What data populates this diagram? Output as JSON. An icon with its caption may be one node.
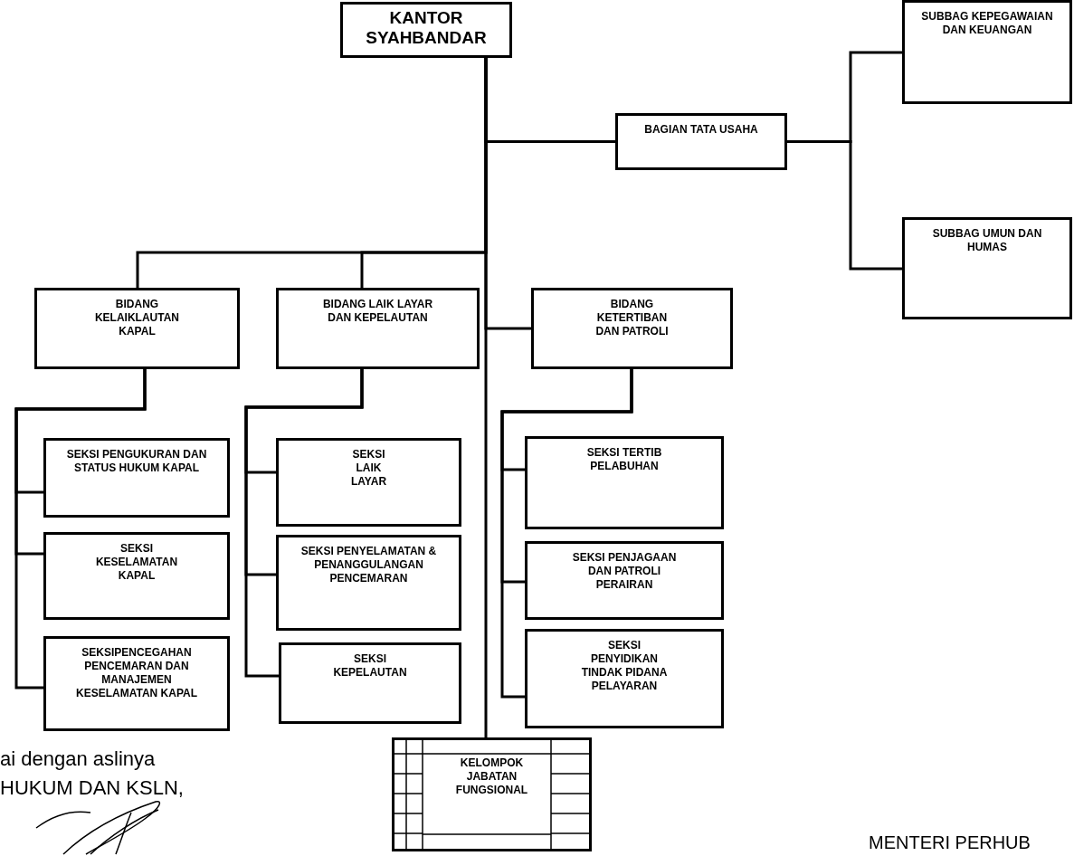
{
  "diagram": {
    "nodes": [
      {
        "text": [
          "KANTOR SYAHBANDAR"
        ]
      },
      {
        "text": [
          "BAGIAN TATA USAHA"
        ]
      },
      {
        "text": [
          "SUBBAG KEPEGAWAIAN DAN KEUANGAN"
        ]
      },
      {
        "text": [
          "SUBBAG UMUN DAN HUMAS"
        ]
      },
      {
        "text": [
          "BIDANG KELAIKLAUTAN KAPAL"
        ]
      },
      {
        "text": [
          "BIDANG LAIK LAYAR DAN KEPELAUTAN"
        ]
      },
      {
        "text": [
          "BIDANG KETERTIBAN DAN PATROLI"
        ]
      },
      {
        "text": [
          "SEKSI PENGUKURAN DAN STATUS HUKUM KAPAL"
        ]
      },
      {
        "text": [
          "SEKSI KESELAMATAN KAPAL"
        ]
      },
      {
        "text": [
          "SEKSIPENCEGAHAN PENCEMARAN DAN MANAJEMEN KESELAMATAN KAPAL"
        ]
      },
      {
        "text": [
          "SEKSI LAIK LAYAR"
        ]
      },
      {
        "text": [
          "SEKSI PENYELAMATAN & PENANGGULANGAN PENCEMARAN"
        ]
      },
      {
        "text": [
          "SEKSI KEPELAUTAN"
        ]
      },
      {
        "text": [
          "SEKSI TERTIB PELABUHAN"
        ]
      },
      {
        "text": [
          "SEKSI PENJAGAAN DAN PATROLI PERAIRAN"
        ]
      },
      {
        "text": [
          "SEKSI PENYIDIKAN TINDAK PIDANA PELAYARAN"
        ]
      },
      {
        "text": [
          "KELOMPOK JABATAN FUNGSIONAL"
        ]
      }
    ],
    "edges": [
      {
        "from": 0,
        "to": 1,
        "arrow": "none"
      },
      {
        "from": 1,
        "to": 2,
        "arrow": "none"
      },
      {
        "from": 1,
        "to": 3,
        "arrow": "none"
      },
      {
        "from": 0,
        "to": 4,
        "arrow": "none"
      },
      {
        "from": 0,
        "to": 5,
        "arrow": "none"
      },
      {
        "from": 0,
        "to": 6,
        "arrow": "none"
      },
      {
        "from": 4,
        "to": 7,
        "arrow": "none"
      },
      {
        "from": 4,
        "to": 8,
        "arrow": "none"
      },
      {
        "from": 4,
        "to": 9,
        "arrow": "none"
      },
      {
        "from": 5,
        "to": 10,
        "arrow": "none"
      },
      {
        "from": 5,
        "to": 11,
        "arrow": "none"
      },
      {
        "from": 5,
        "to": 12,
        "arrow": "none"
      },
      {
        "from": 6,
        "to": 13,
        "arrow": "none"
      },
      {
        "from": 6,
        "to": 14,
        "arrow": "none"
      },
      {
        "from": 6,
        "to": 15,
        "arrow": "none"
      },
      {
        "from": 0,
        "to": 16,
        "arrow": "none"
      }
    ],
    "labels": [
      "ai dengan aslinya",
      "HUKUM DAN KSLN,",
      "MENTERI PERHUB"
    ]
  }
}
